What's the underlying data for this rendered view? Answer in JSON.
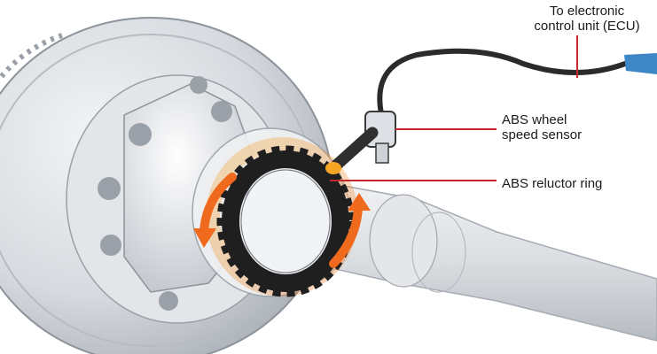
{
  "labels": {
    "ecu": {
      "line1": "To electronic",
      "line2": "control unit (ECU)"
    },
    "sensor": {
      "line1": "ABS wheel",
      "line2": "speed sensor"
    },
    "ring": {
      "text": "ABS reluctor ring"
    }
  },
  "colors": {
    "leader_line": "#c0282d",
    "rotation_arrow": "#f06a1e",
    "arrow_glow": "#f6a623",
    "disc": "#d7dadf",
    "cable": "#2b2b2b",
    "cable_tip": "#3e86c6"
  },
  "icons": {
    "rotation": "curved-arrow-icon"
  }
}
